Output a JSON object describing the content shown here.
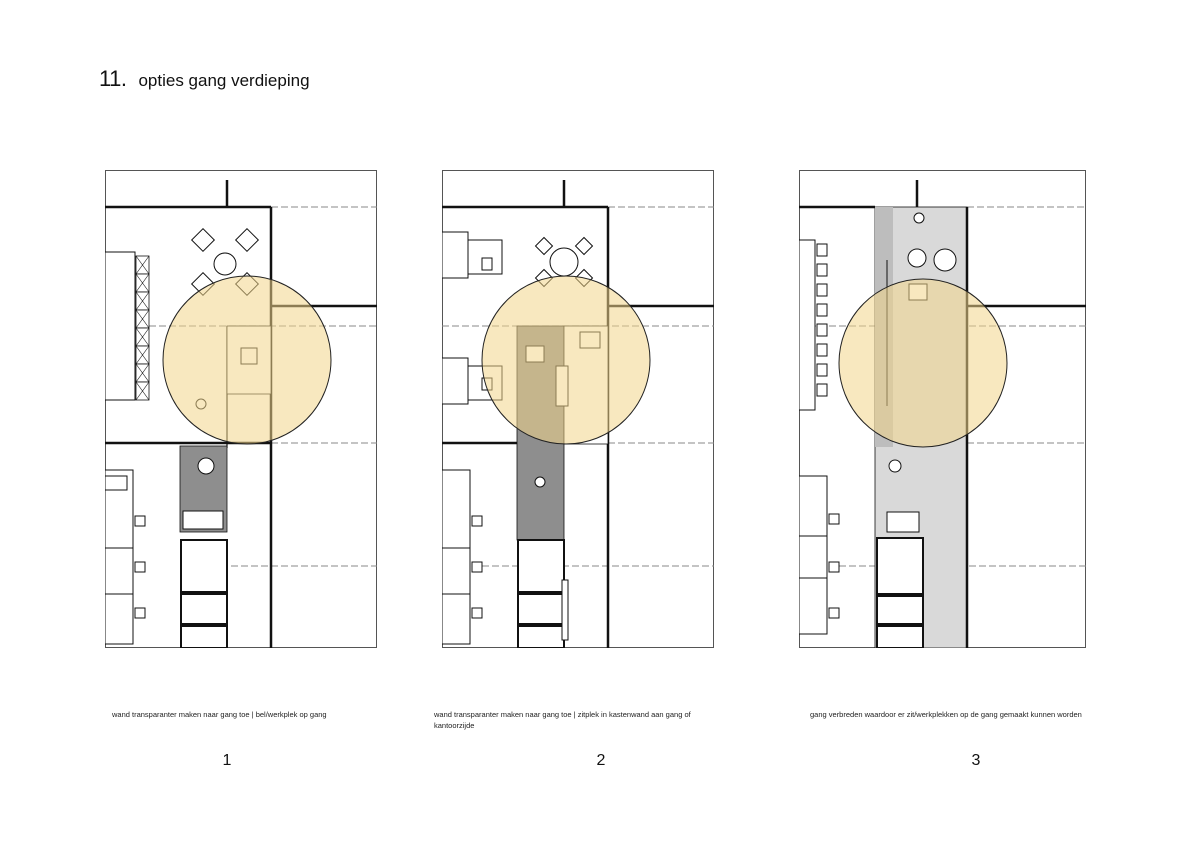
{
  "page": {
    "number": "11.",
    "title": "opties gang verdieping"
  },
  "colors": {
    "highlight_fill": "#f3d68a",
    "corridor_dark": "#8e8e8e",
    "corridor_light": "#d9d9d9",
    "wall": "#111111",
    "dashed_line": "#888888"
  },
  "options": [
    {
      "number": "1",
      "caption": "wand transparanter maken naar gang toe  | bel/werkplek op gang"
    },
    {
      "number": "2",
      "caption": "wand transparanter maken naar gang toe  | zitplek in kastenwand aan gang of kantoorzijde"
    },
    {
      "number": "3",
      "caption": "gang verbreden waardoor er zit/werkplekken op de gang gemaakt kunnen worden"
    }
  ]
}
